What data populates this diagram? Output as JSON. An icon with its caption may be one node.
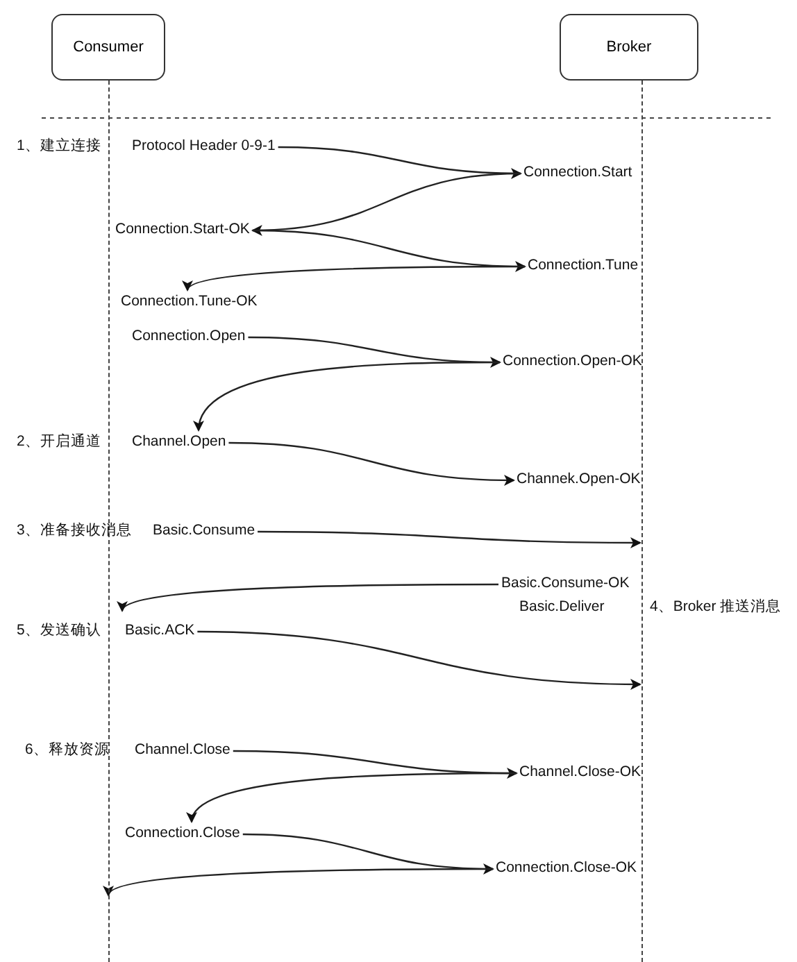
{
  "diagram": {
    "nodes": [
      {
        "text": [
          "Consumer"
        ]
      },
      {
        "text": [
          "Broker"
        ]
      },
      {
        "text": [
          "Protocol Header 0-9-1"
        ]
      },
      {
        "text": [
          "Connection.Start"
        ]
      },
      {
        "text": [
          "Connection.Start-OK"
        ]
      },
      {
        "text": [
          "Connection.Tune"
        ]
      },
      {
        "text": [
          "Connection.Tune-OK"
        ]
      },
      {
        "text": [
          "Connection.Open"
        ]
      },
      {
        "text": [
          "Connection.Open-OK"
        ]
      },
      {
        "text": [
          "Channel.Open"
        ]
      },
      {
        "text": [
          "Channek.Open-OK"
        ]
      },
      {
        "text": [
          "Basic.Consume"
        ]
      },
      {
        "text": [
          "Basic.Consume-OK"
        ]
      },
      {
        "text": [
          "Basic.Deliver"
        ]
      },
      {
        "text": [
          "Basic.ACK"
        ]
      },
      {
        "text": [
          "Channel.Close"
        ]
      },
      {
        "text": [
          "Channel.Close-OK"
        ]
      },
      {
        "text": [
          "Connection.Close"
        ]
      },
      {
        "text": [
          "Connection.Close-OK"
        ]
      },
      {
        "text": [],
        "shape": "line"
      },
      {
        "text": [],
        "shape": "line"
      }
    ],
    "edges": [
      {
        "from": 2,
        "to": 3,
        "arrow": "to"
      },
      {
        "from": 3,
        "to": 4,
        "arrow": "to"
      },
      {
        "from": 4,
        "to": 5,
        "arrow": "to"
      },
      {
        "from": 5,
        "to": 6,
        "arrow": "to"
      },
      {
        "from": 7,
        "to": 8,
        "arrow": "to"
      },
      {
        "from": 8,
        "to": 9,
        "arrow": "to"
      },
      {
        "from": 9,
        "to": 10,
        "arrow": "to"
      },
      {
        "from": 11,
        "to": 20,
        "arrow": "to"
      },
      {
        "from": 12,
        "to": 19,
        "arrow": "to"
      },
      {
        "from": 14,
        "to": 20,
        "arrow": "to"
      },
      {
        "from": 15,
        "to": 16,
        "arrow": "to"
      },
      {
        "from": 16,
        "to": 17,
        "arrow": "to"
      },
      {
        "from": 17,
        "to": 18,
        "arrow": "to"
      },
      {
        "from": 18,
        "to": 19,
        "arrow": "to"
      }
    ],
    "labels": [
      "1、建立连接",
      "2、开启通道",
      "3、准备接收消息",
      "4、Broker 推送消息",
      "5、发送确认",
      "6、释放资源"
    ]
  }
}
